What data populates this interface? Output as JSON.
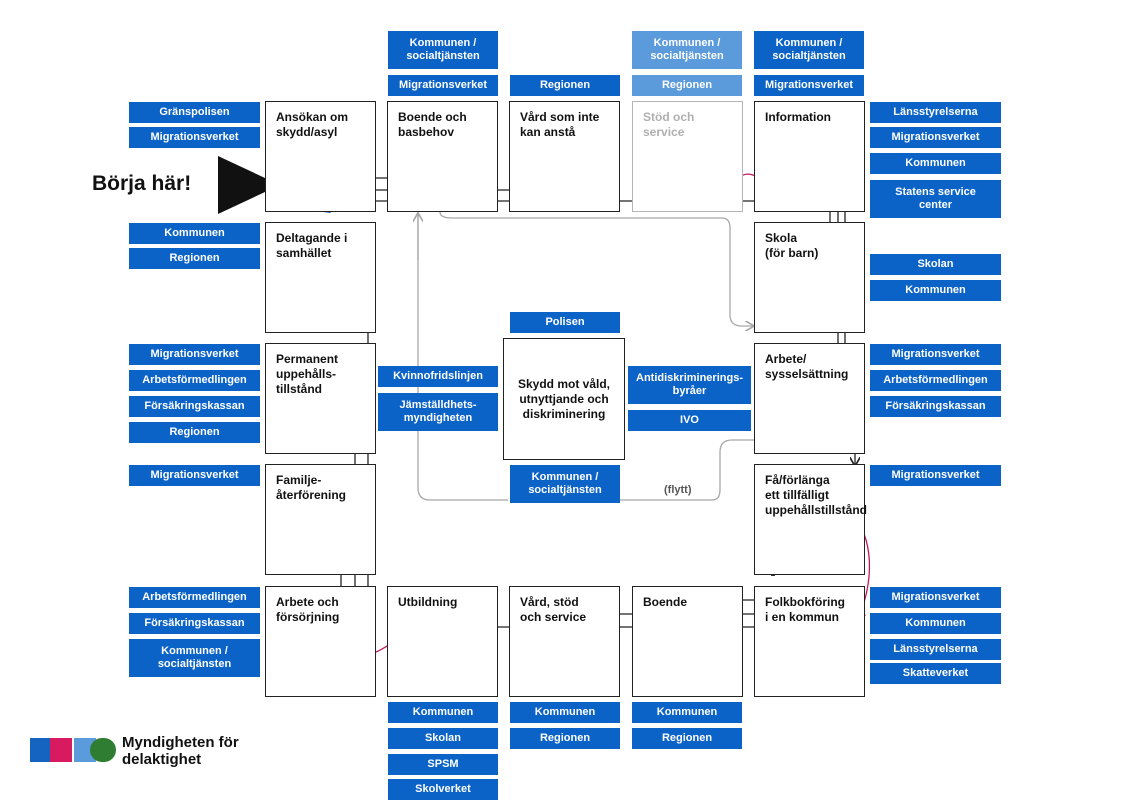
{
  "start_label": "Börja här!",
  "center_label": "Skydd mot våld,\nutnyttjande och\ndiskriminering",
  "flytt_label": "(flytt)",
  "logo_text": "Myndigheten för\ndelaktighet",
  "colors": {
    "tag_blue": "#0b63c8",
    "tag_light": "#5b9bdc",
    "arrow_pink": "#c2185b",
    "arrow_gray": "#a8a8a8"
  },
  "steps": {
    "ansokan": "Ansökan om\nskydd/asyl",
    "boende_basbehov": "Boende och\nbasbehov",
    "vard_inte_ansta": "Vård som inte\nkan anstå",
    "stod_service": "Stöd och\nservice",
    "information": "Information",
    "skola": "Skola\n(för barn)",
    "arbete_sysselsattning": "Arbete/\nsysselsättning",
    "fa_forlanga": "Få/förlänga\nett tillfälligt\nuppehållstillstånd",
    "folkbokforing": "Folkbokföring\ni en kommun",
    "boende": "Boende",
    "vard_stod_service": "Vård, stöd\noch service",
    "utbildning": "Utbildning",
    "arbete_forsorjning": "Arbete och\nförsörjning",
    "familjeaterforening": "Familje-\nåterförening",
    "permanent": "Permanent\nuppehålls-\ntillstånd",
    "deltagande": "Deltagande i\nsamhället"
  },
  "tags": {
    "ansokan": [
      "Gränspolisen",
      "Migrationsverket"
    ],
    "deltagande": [
      "Kommunen",
      "Regionen"
    ],
    "permanent": [
      "Migrationsverket",
      "Arbetsförmedlingen",
      "Försäkringskassan",
      "Regionen"
    ],
    "familj": [
      "Migrationsverket"
    ],
    "arbete_forsorjning": [
      "Arbetsförmedlingen",
      "Försäkringskassan",
      "Kommunen /\nsocialtjänsten"
    ],
    "boende_basbehov": [
      "Kommunen /\nsocialtjänsten",
      "Migrationsverket"
    ],
    "vard_inte_ansta": [
      "Regionen"
    ],
    "stod_service": [
      "Kommunen /\nsocialtjänsten",
      "Regionen"
    ],
    "information_top": [
      "Kommunen /\nsocialtjänsten",
      "Migrationsverket"
    ],
    "information_right": [
      "Länsstyrelserna",
      "Migrationsverket",
      "Kommunen",
      "Statens service\ncenter"
    ],
    "skola": [
      "Skolan",
      "Kommunen"
    ],
    "arbete_sysselsattning": [
      "Migrationsverket",
      "Arbetsförmedlingen",
      "Försäkringskassan"
    ],
    "fa_forlanga": [
      "Migrationsverket"
    ],
    "folkbokforing": [
      "Migrationsverket",
      "Kommunen",
      "Länsstyrelserna",
      "Skatteverket"
    ],
    "utbildning": [
      "Kommunen",
      "Skolan",
      "SPSM",
      "Skolverket"
    ],
    "vard_stod_service": [
      "Kommunen",
      "Regionen"
    ],
    "boende": [
      "Kommunen",
      "Regionen"
    ],
    "center_top": [
      "Polisen"
    ],
    "center_left": [
      "Kvinnofridslinjen",
      "Jämställdhets-\nmyndigheten"
    ],
    "center_right": [
      "Antidiskriminerings-\nbyråer",
      "IVO"
    ],
    "center_bottom": [
      "Kommunen /\nsocialtjänsten"
    ]
  }
}
